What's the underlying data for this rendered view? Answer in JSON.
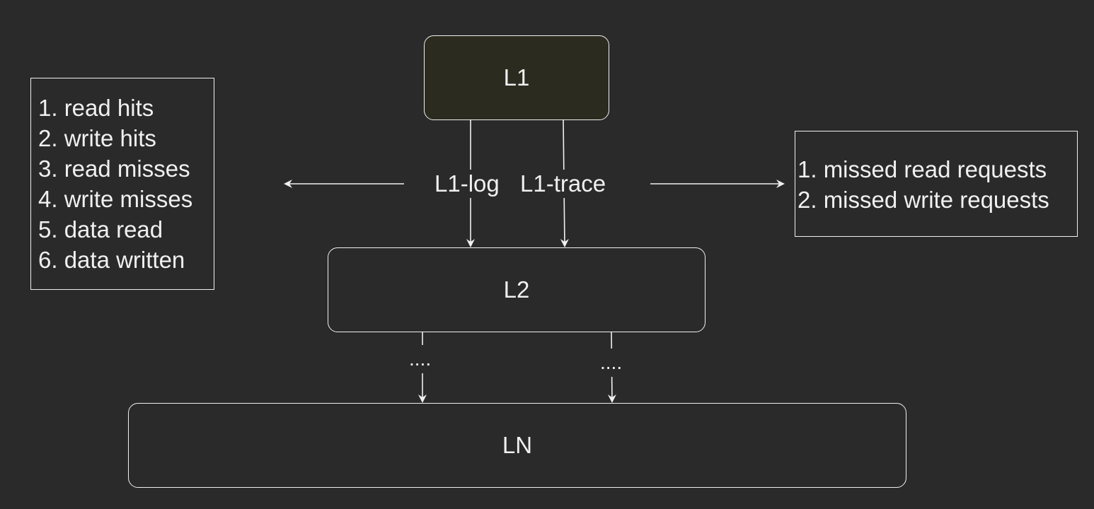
{
  "nodes": {
    "l1": "L1",
    "l2": "L2",
    "ln": "LN"
  },
  "edge_labels": {
    "l1_log": "L1-log",
    "l1_trace": "L1-trace",
    "dots_left": "....",
    "dots_right": "...."
  },
  "log_contents": [
    "1. read hits",
    "2. write hits",
    "3. read misses",
    "4. write misses",
    "5. data read",
    "6. data written"
  ],
  "trace_contents": [
    "1. missed read requests",
    "2. missed write requests"
  ],
  "colors": {
    "background": "#2a2a2a",
    "stroke": "#f0f0f0",
    "l1_fill": "#2b2b20"
  }
}
